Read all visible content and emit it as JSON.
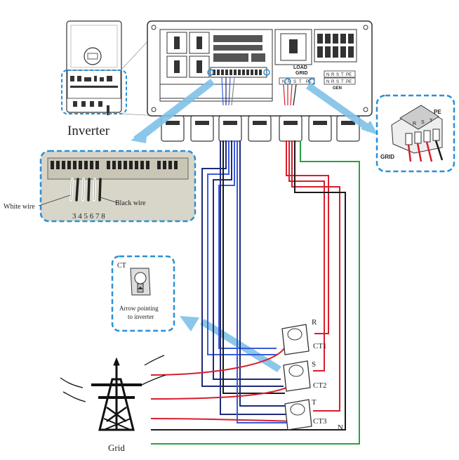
{
  "labels": {
    "inverter": "Inverter",
    "white_wire": "White wire",
    "black_wire": "Black wire",
    "terminal_numbers": "3 4 5 6 7 8",
    "ct_box_title": "CT",
    "ct_arrow_line1": "Arrow pointing",
    "ct_arrow_line2": "to inverter",
    "grid": "Grid",
    "load": "LOAD",
    "grid_terminal": "GRID",
    "gen": "GEN",
    "grid_inset": "GRID",
    "pe": "PE",
    "ct1": "CT1",
    "ct2": "CT2",
    "ct3": "CT3",
    "phase_r": "R",
    "phase_s": "S",
    "phase_t": "T",
    "neutral": "N"
  },
  "terminal_row_labels": [
    "N",
    "R",
    "S",
    "T",
    "PE"
  ],
  "colors": {
    "phase_wire": "#d81e2c",
    "neutral_wire": "#1a1a1a",
    "earth_wire": "#2aa043",
    "signal_navy": "#1f2a7a",
    "signal_blue": "#3b5bdb",
    "callout_border": "#2a8fd6",
    "callout_arrow": "#7fc1e8",
    "zoom_fill": "#d8d6c9"
  }
}
